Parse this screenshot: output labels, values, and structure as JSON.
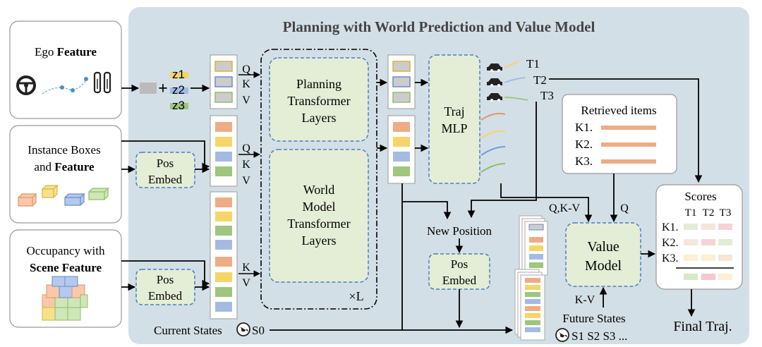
{
  "title": "Planning with World Prediction and Value Model",
  "inputs": {
    "ego": {
      "line1": "Ego",
      "line1_bold": "Feature"
    },
    "instance": {
      "line1": "Instance Boxes",
      "line2": "and",
      "line2_bold": "Feature"
    },
    "occupancy": {
      "line1": "Occupancy with",
      "line2_bold": "Scene Feature"
    }
  },
  "plus": "+",
  "z_labels": [
    "z1",
    "z2",
    "z3"
  ],
  "pos_embed": {
    "line1": "Pos",
    "line2": "Embed"
  },
  "qkv": {
    "q": "Q",
    "k": "K",
    "v": "V"
  },
  "planning_block": {
    "line1": "Planning",
    "line2": "Transformer",
    "line3": "Layers"
  },
  "world_block": {
    "line1": "World",
    "line2": "Model",
    "line3": "Transformer",
    "line4": "Layers"
  },
  "repeat_label": "×L",
  "traj_mlp": {
    "line1": "Traj",
    "line2": "MLP"
  },
  "trajectories": [
    "T1",
    "T2",
    "T3"
  ],
  "retrieved": {
    "title": "Retrieved items",
    "keys": [
      "K1.",
      "K2.",
      "K3."
    ]
  },
  "new_position": "New Position",
  "qkv_value": "Q,K-V",
  "q_label": "Q",
  "kv_label": "K-V",
  "value_model": {
    "line1": "Value",
    "line2": "Model"
  },
  "scores": {
    "title": "Scores",
    "cols": [
      "T1",
      "T2",
      "T3"
    ],
    "rows": [
      "K1.",
      "K2.",
      "K3."
    ]
  },
  "current_states": "Current States",
  "s0": "S0",
  "future_states": "Future States",
  "future_s": [
    "S1",
    "S2",
    "S3 ..."
  ],
  "final": "Final Traj.",
  "colors": {
    "panel": "#d3dfe6",
    "green_fill": "#e4edd5",
    "token_orange": "#eeac84",
    "token_yellow": "#f5d568",
    "token_blue": "#a3bbe3",
    "token_green": "#9fc57e",
    "arrow": "#000000"
  }
}
